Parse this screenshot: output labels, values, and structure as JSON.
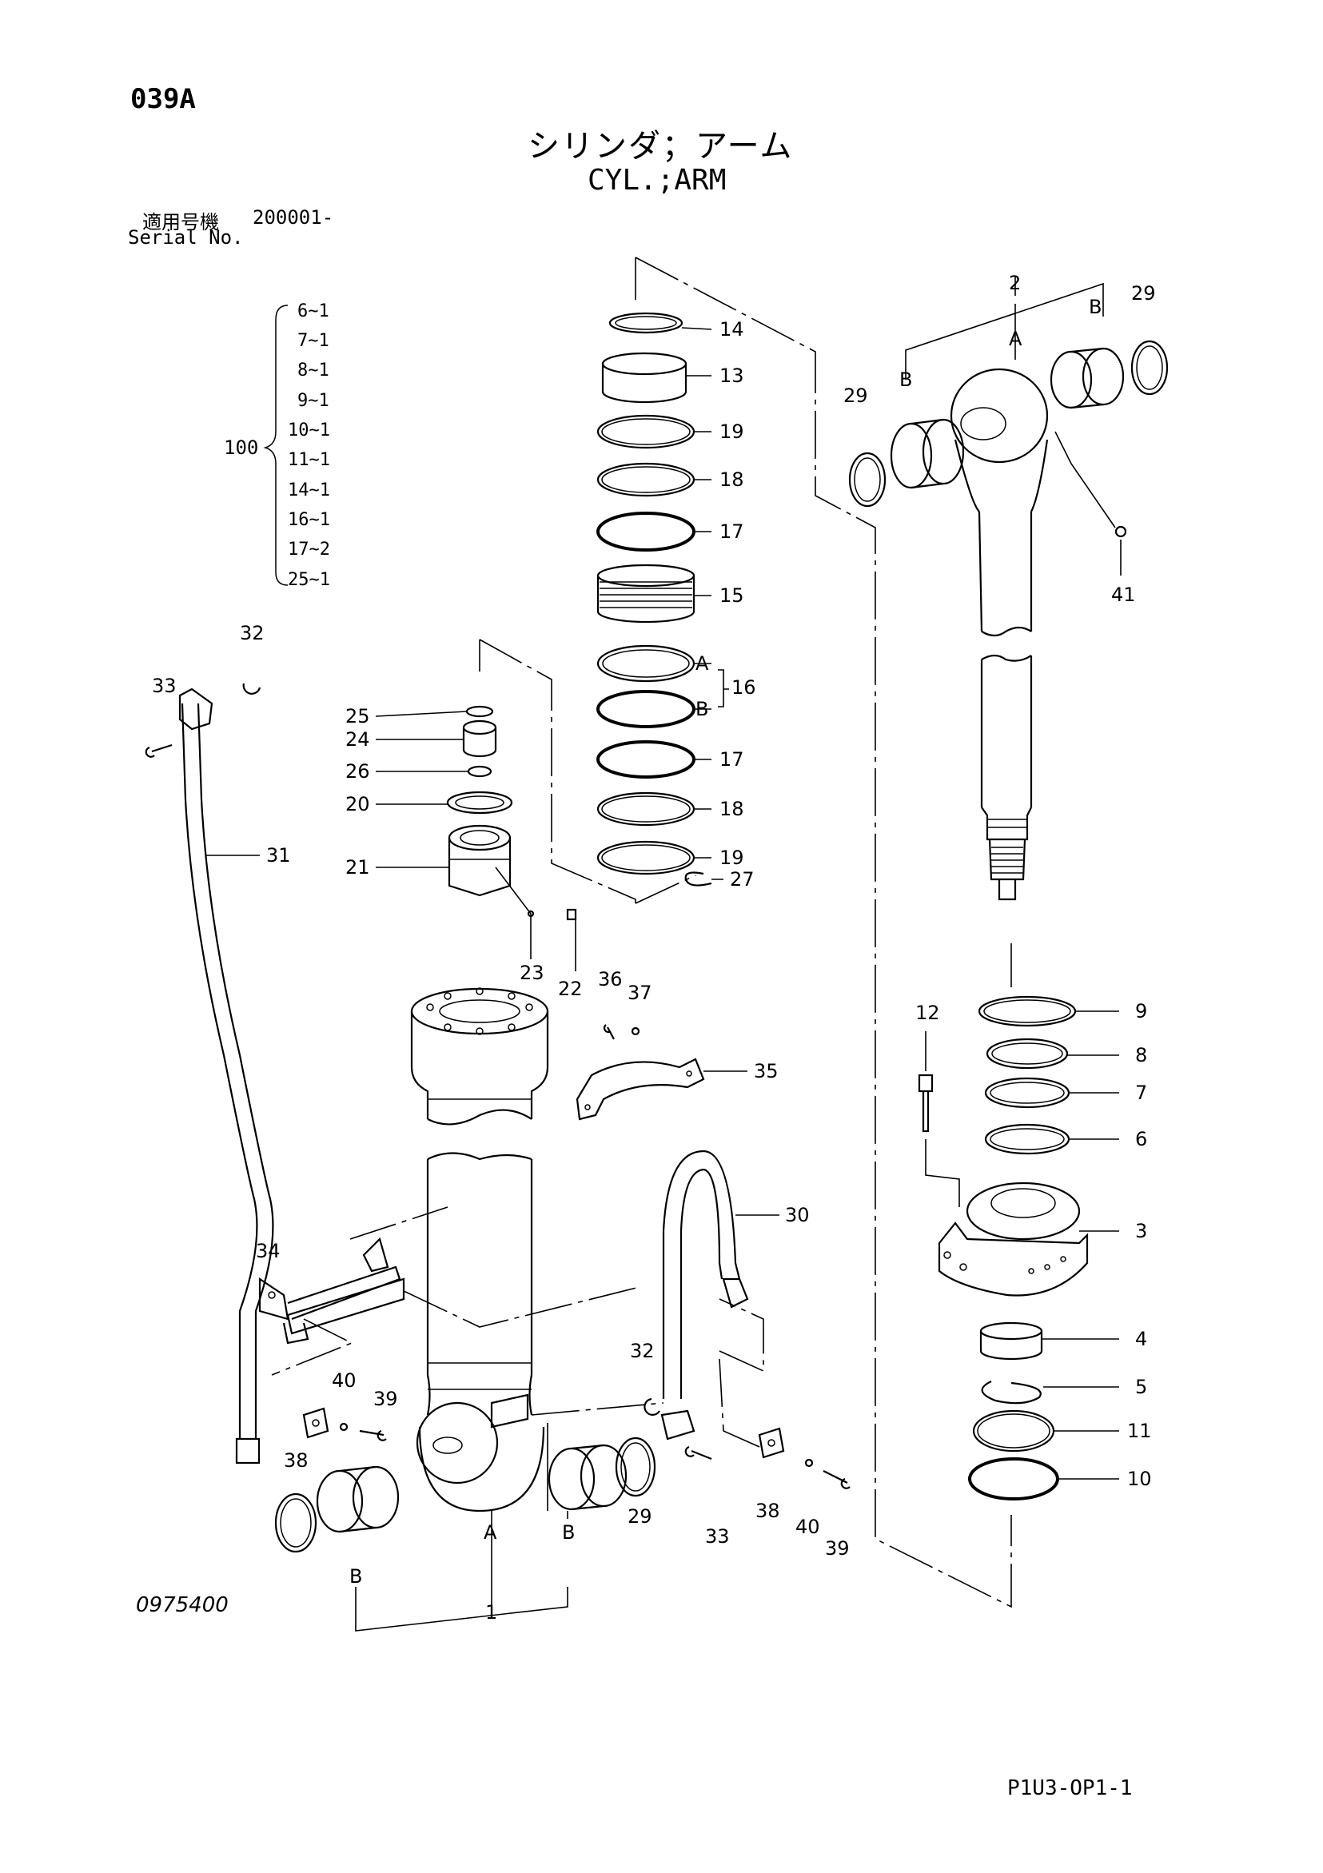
{
  "header": {
    "page_code": "039A",
    "title_ja": "シリンダ；アーム",
    "title_en": "CYL.;ARM",
    "serial_label_ja": "適用号機",
    "serial_value": "200001-",
    "serial_label_en": "Serial No."
  },
  "kit": {
    "number": "100",
    "items": [
      "6~1",
      "7~1",
      "8~1",
      "9~1",
      "10~1",
      "11~1",
      "14~1",
      "16~1",
      "17~2",
      "25~1"
    ]
  },
  "callouts": {
    "c1": "1",
    "c2": "2",
    "c3": "3",
    "c4": "4",
    "c5": "5",
    "c6": "6",
    "c7": "7",
    "c8": "8",
    "c9": "9",
    "c10": "10",
    "c11": "11",
    "c12": "12",
    "c13": "13",
    "c14": "14",
    "c15": "15",
    "c16": "16",
    "c17a": "17",
    "c17b": "17",
    "c18a": "18",
    "c18b": "18",
    "c19a": "19",
    "c19b": "19",
    "c20": "20",
    "c21": "21",
    "c22": "22",
    "c23": "23",
    "c24": "24",
    "c25": "25",
    "c26": "26",
    "c27": "27",
    "c29a": "29",
    "c29b": "29",
    "c29c": "29",
    "c30": "30",
    "c31": "31",
    "c32a": "32",
    "c32b": "32",
    "c33a": "33",
    "c33b": "33",
    "c34": "34",
    "c35": "35",
    "c36": "36",
    "c37": "37",
    "c38a": "38",
    "c38b": "38",
    "c39a": "39",
    "c39b": "39",
    "c40a": "40",
    "c40b": "40",
    "c41": "41",
    "A1": "A",
    "A2": "A",
    "A3": "A",
    "B1": "B",
    "B2": "B",
    "B3": "B",
    "B4": "B",
    "B5": "B"
  },
  "footer": {
    "drawing_number": "0975400",
    "page_ref": "P1U3-OP1-1"
  }
}
